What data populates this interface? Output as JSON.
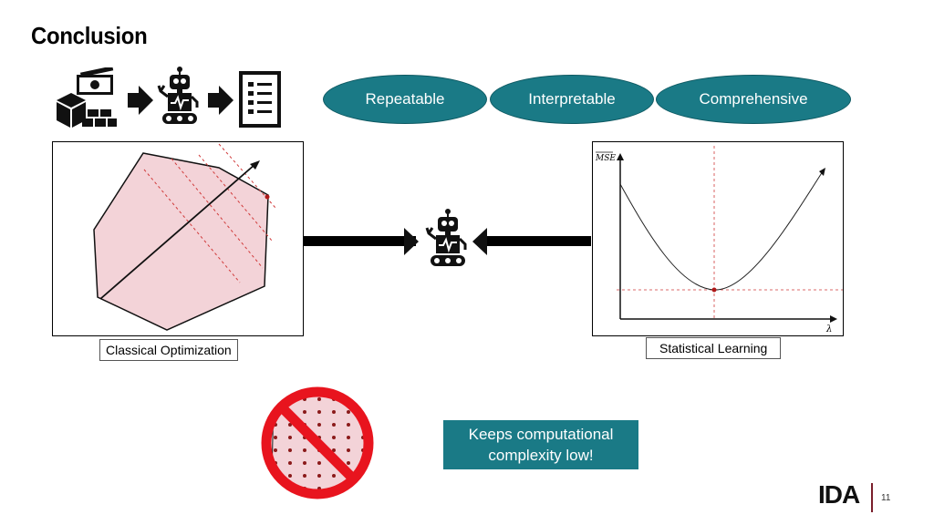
{
  "slide": {
    "title": "Conclusion",
    "page_number": "11",
    "logo_text": "IDA"
  },
  "pills": [
    {
      "label": "Repeatable"
    },
    {
      "label": "Interpretable"
    },
    {
      "label": "Comprehensive"
    }
  ],
  "left_panel": {
    "caption": "Classical Optimization"
  },
  "right_panel": {
    "caption": "Statistical Learning",
    "y_axis_label": "MSE",
    "x_axis_label": "λ"
  },
  "callout": {
    "line1": "Keeps computational",
    "line2": "complexity low!"
  },
  "colors": {
    "teal": "#1a7a86",
    "polygon_fill": "#f3d3d8",
    "dashed_red": "#d03a3a",
    "prohibit_red": "#e8141e"
  },
  "icons": [
    "boxes-money-icon",
    "right-arrow-icon",
    "robot-icon",
    "checklist-icon",
    "prohibited-icon"
  ]
}
